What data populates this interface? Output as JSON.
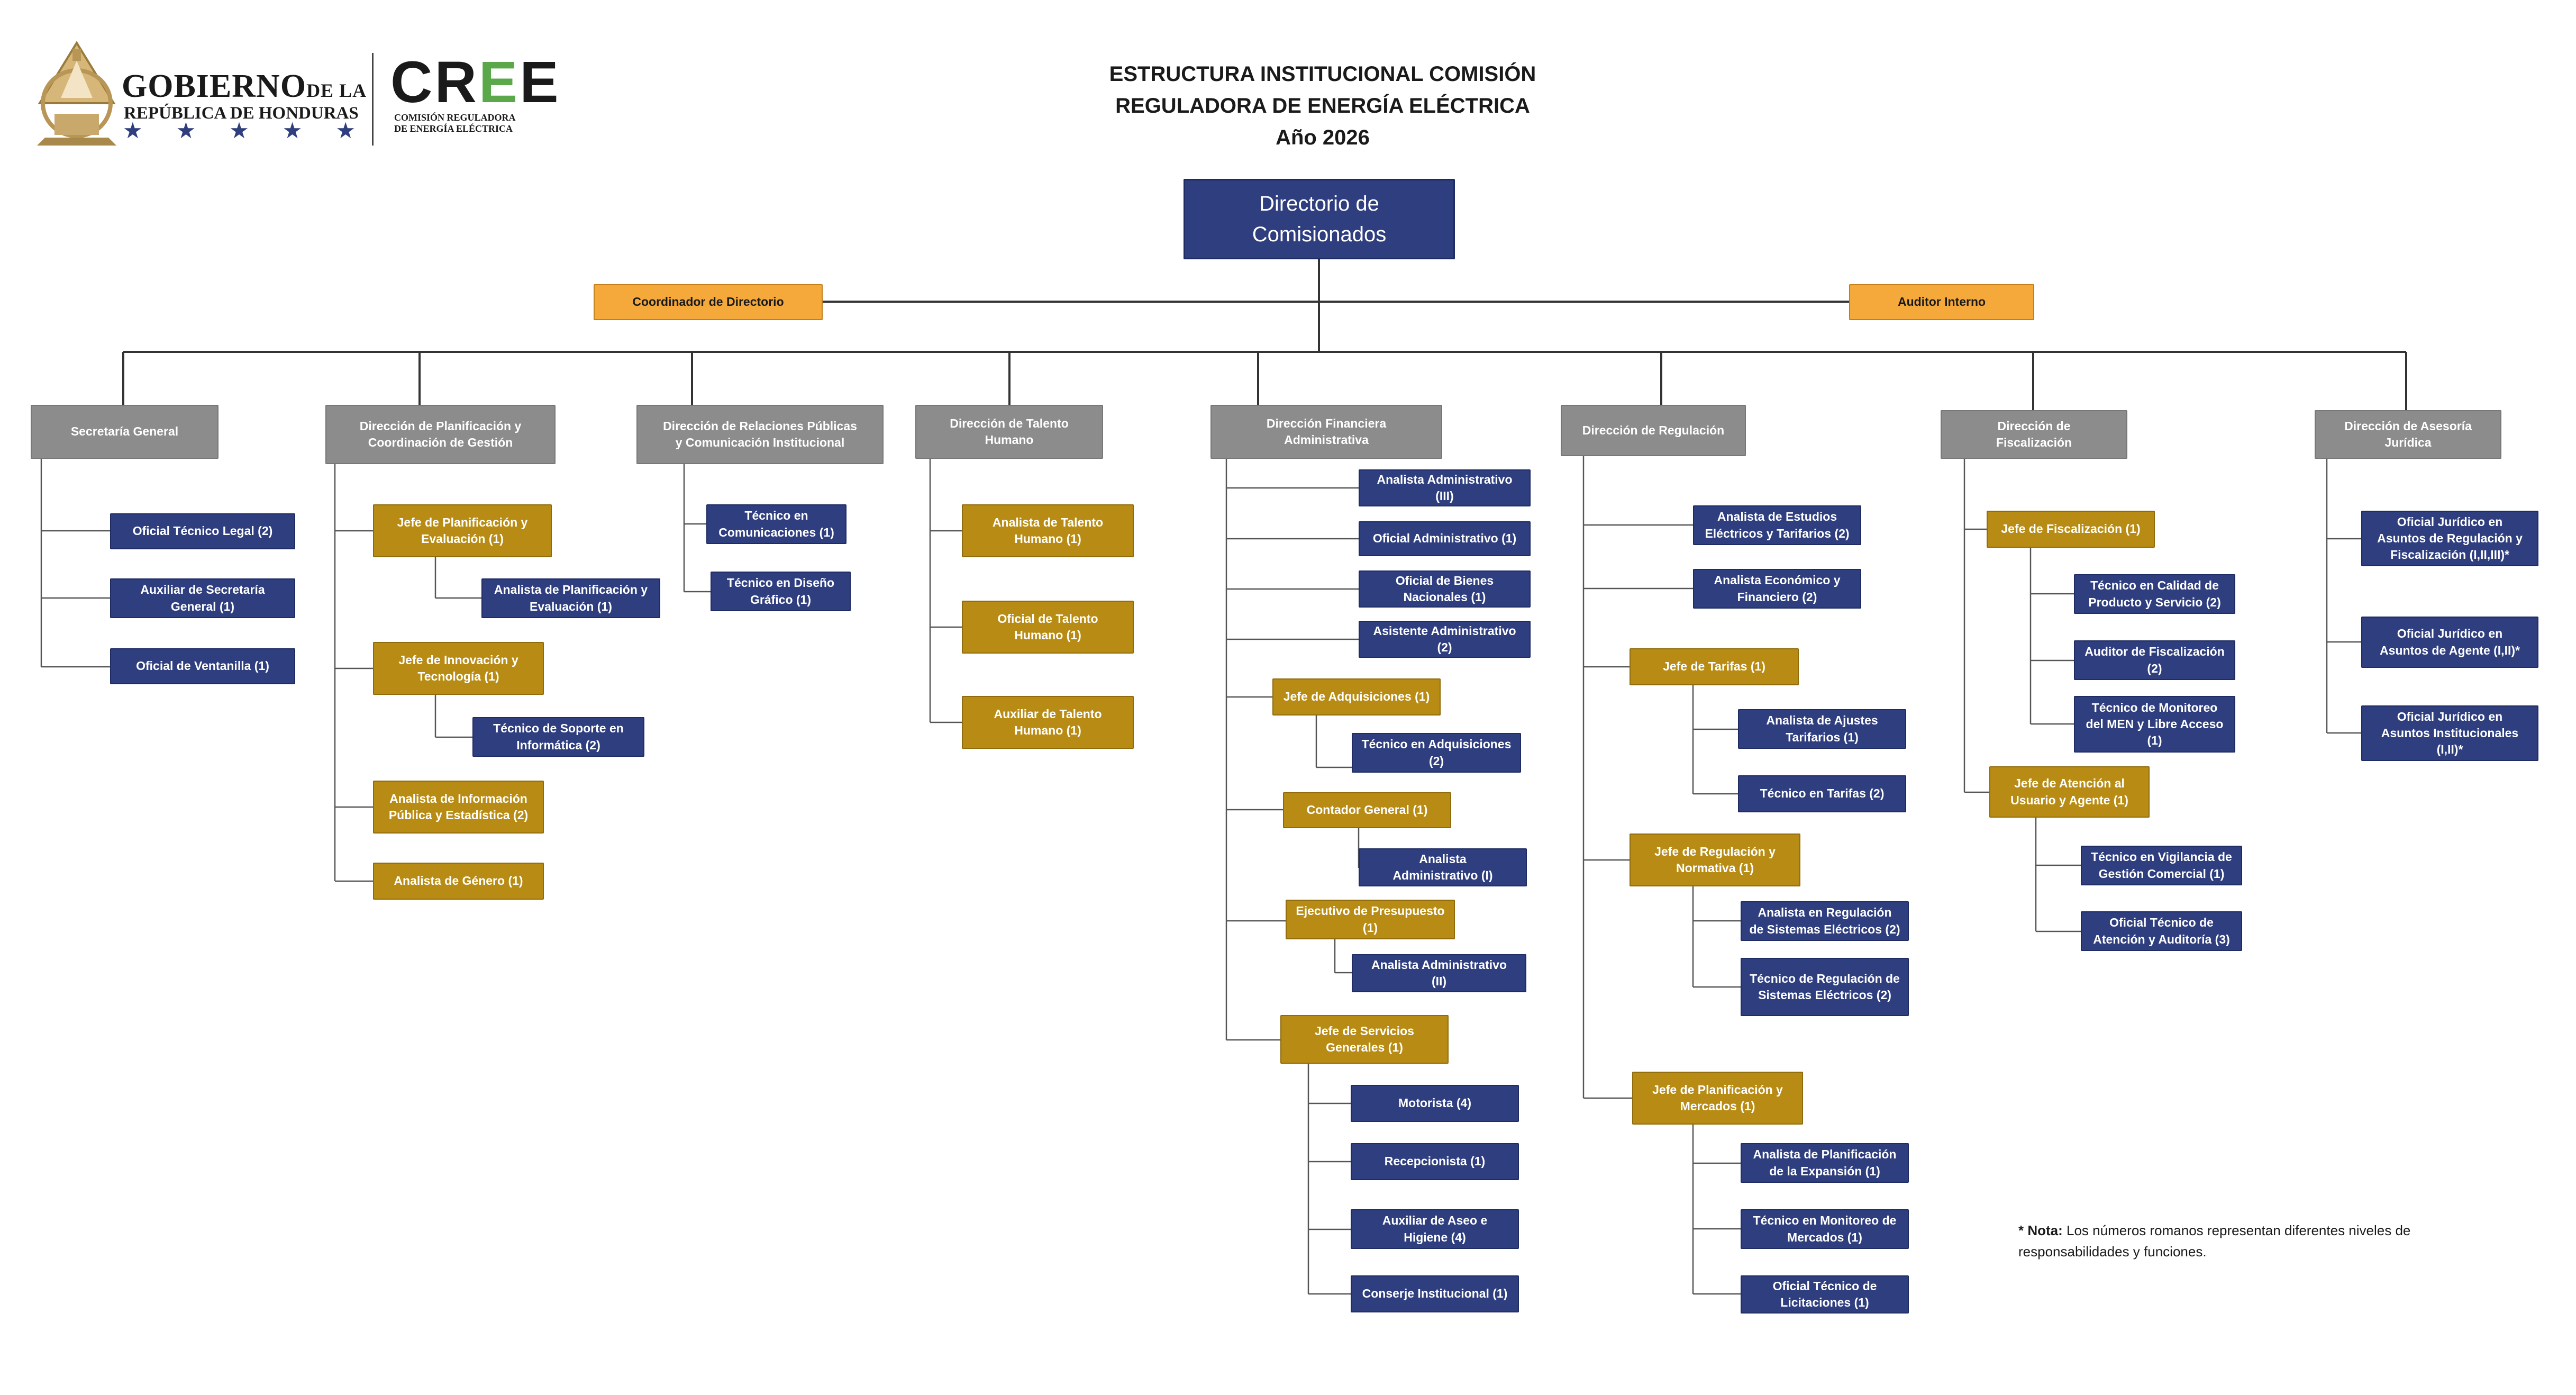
{
  "header": {
    "title_line1": "ESTRUCTURA INSTITUCIONAL COMISIÓN",
    "title_line2": "REGULADORA DE ENERGÍA ELÉCTRICA",
    "title_line3": "Año 2026"
  },
  "logos": {
    "gobierno_name": "GOBIERNO",
    "gobierno_de_la": "DE LA",
    "gobierno_country": "REPÚBLICA DE HONDURAS",
    "stars": [
      "★",
      "★",
      "★",
      "★",
      "★"
    ],
    "cree_letters": [
      "C",
      "R",
      "E",
      "E"
    ],
    "cree_line1": "COMISIÓN REGULADORA",
    "cree_line2": "DE ENERGÍA ELÉCTRICA"
  },
  "note": {
    "label": "* Nota:",
    "text": " Los números romanos representan diferentes niveles de responsabilidades y funciones."
  },
  "colors": {
    "blue": "#2e3e7e",
    "gold": "#b88c14",
    "gray": "#8c8c8c",
    "orange": "#f6a93b",
    "line": "#333333"
  },
  "org": {
    "top": "Directorio de\nComisionados",
    "staff": [
      "Coordinador de Directorio",
      "Auditor Interno"
    ],
    "directions": [
      {
        "name": "Secretaría General",
        "children": [
          "Oficial Técnico Legal (2)",
          "Auxiliar de Secretaría\nGeneral (1)",
          "Oficial de Ventanilla (1)"
        ]
      },
      {
        "name": "Dirección de Planificación y\nCoordinación de Gestión",
        "children": [
          "Jefe de Planificación y\nEvaluación (1)",
          "Analista de Planificación y\nEvaluación (1)",
          "Jefe de Innovación y\nTecnología (1)",
          "Técnico de Soporte en\nInformática (2)",
          "Analista de Información\nPública y Estadística (2)",
          "Analista de Género (1)"
        ]
      },
      {
        "name": "Dirección de Relaciones Públicas\ny Comunicación Institucional",
        "children": [
          "Técnico en\nComunicaciones (1)",
          "Técnico en Diseño\nGráfico (1)"
        ]
      },
      {
        "name": "Dirección de Talento\nHumano",
        "children": [
          "Analista de Talento\nHumano (1)",
          "Oficial de Talento\nHumano (1)",
          "Auxiliar de Talento\nHumano (1)"
        ]
      },
      {
        "name": "Dirección Financiera\nAdministrativa",
        "children": [
          "Analista Administrativo\n(III)",
          "Oficial Administrativo (1)",
          "Oficial de Bienes\nNacionales (1)",
          "Asistente Administrativo\n(2)",
          "Jefe de Adquisiciones (1)",
          "Técnico en Adquisiciones\n(2)",
          "Contador General (1)",
          "Analista\nAdministrativo (I)",
          "Ejecutivo de Presupuesto\n(1)",
          "Analista Administrativo\n(II)",
          "Jefe de Servicios\nGenerales (1)",
          "Motorista (4)",
          "Recepcionista (1)",
          "Auxiliar de Aseo e\nHigiene (4)",
          "Conserje Institucional (1)"
        ]
      },
      {
        "name": "Dirección de Regulación",
        "children": [
          "Analista de Estudios\nEléctricos y Tarifarios (2)",
          "Analista Económico y\nFinanciero (2)",
          "Jefe de Tarifas (1)",
          "Analista de Ajustes\nTarifarios (1)",
          "Técnico en Tarifas (2)",
          "Jefe de Regulación y\nNormativa (1)",
          "Analista en Regulación\nde Sistemas Eléctricos (2)",
          "Técnico de Regulación de\nSistemas Eléctricos (2)",
          "Jefe de Planificación y\nMercados (1)",
          "Analista de Planificación\nde la Expansión (1)",
          "Técnico en Monitoreo de\nMercados (1)",
          "Oficial Técnico de\nLicitaciones (1)"
        ]
      },
      {
        "name": "Dirección de\nFiscalización",
        "children": [
          "Jefe de Fiscalización (1)",
          "Técnico en Calidad de\nProducto y Servicio (2)",
          "Auditor de Fiscalización\n(2)",
          "Técnico de Monitoreo\ndel MEN y Libre Acceso\n(1)",
          "Jefe de Atención al\nUsuario y Agente (1)",
          "Técnico en Vigilancia de\nGestión Comercial (1)",
          "Oficial Técnico de\nAtención y Auditoría (3)"
        ]
      },
      {
        "name": "Dirección de Asesoría\nJurídica",
        "children": [
          "Oficial Jurídico en\nAsuntos de Regulación y\nFiscalización (I,II,III)*",
          "Oficial Jurídico en\nAsuntos de Agente (I,II)*",
          "Oficial Jurídico en\nAsuntos Institucionales\n(I,II)*"
        ]
      }
    ]
  }
}
